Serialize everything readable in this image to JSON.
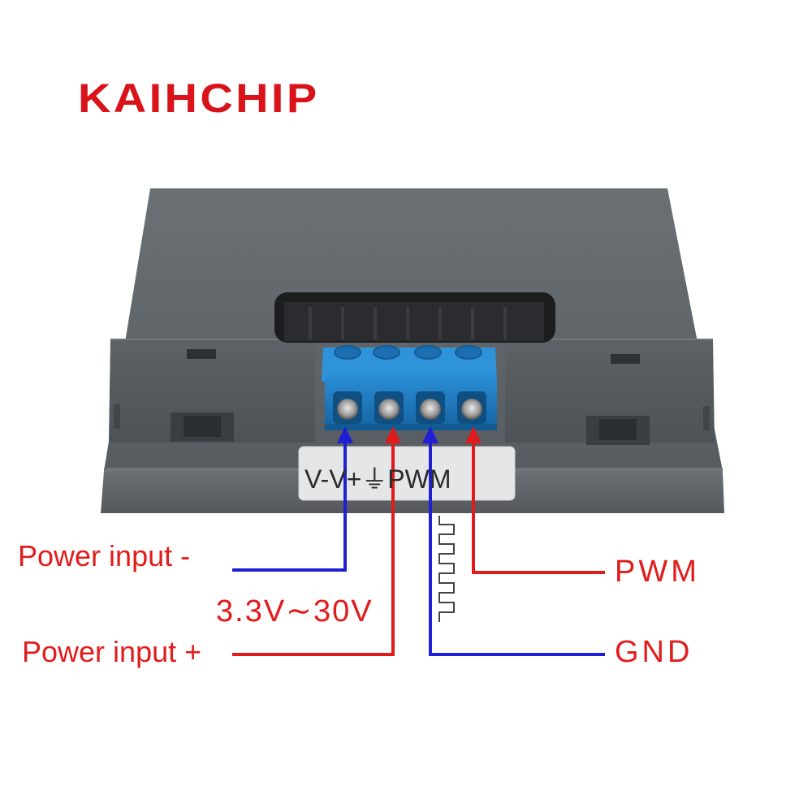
{
  "brand": {
    "name": "KAIHCHIP"
  },
  "module": {
    "pin_legend": "V-V+⏚PWM",
    "terminals": [
      "V-",
      "V+",
      "GND",
      "PWM"
    ]
  },
  "labels": {
    "power_minus": "Power input -",
    "voltage_range": "3.3V∼30V",
    "power_plus": "Power input +",
    "pwm": "PWM",
    "gnd": "GND"
  },
  "colors": {
    "brand": "#d8141a",
    "label_text": "#e21b1b",
    "negative_wire": "#1f1fd6",
    "positive_wire": "#e01b1b",
    "housing": "#5c6166",
    "terminal_block": "#1f7fc4"
  }
}
